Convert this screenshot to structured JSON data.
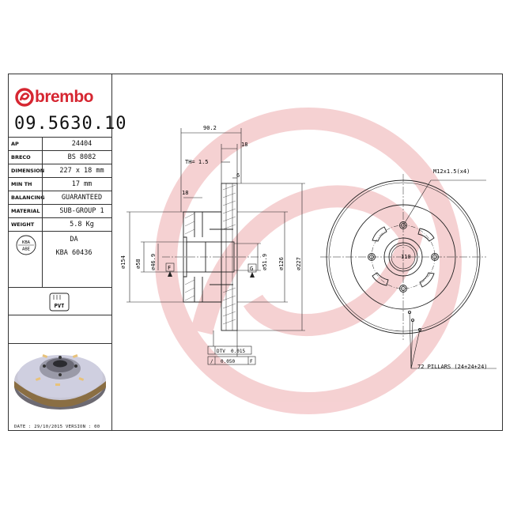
{
  "header": {
    "brand": "brembo",
    "part_number": "09.5630.10"
  },
  "specs": [
    {
      "key": "AP",
      "value": "24404"
    },
    {
      "key": "BRECO",
      "value": "BS 8082"
    },
    {
      "key": "DIMENSION",
      "value": "227 x 18 mm"
    },
    {
      "key": "MIN TH",
      "value": "17 mm"
    },
    {
      "key": "BALANCING",
      "value": "GUARANTEED"
    },
    {
      "key": "MATERIAL",
      "value": "SUB-GROUP 1"
    },
    {
      "key": "WEIGHT",
      "value": "5.8 Kg"
    }
  ],
  "kba": {
    "badge_top": "KBA",
    "badge_bottom": "ABE",
    "line1": "DA",
    "line2": "KBA 60436"
  },
  "pvt_badge": "PVT",
  "footer": "DATE : 29/10/2015 VERSION : 00",
  "drawing": {
    "dim_total_width": "90.2",
    "dim_top_thickness": "18",
    "dim_hub_offset": "18",
    "dim_th": "TH= 1.5",
    "dim_six": "6",
    "dia_154": "154",
    "dia_58": "58",
    "dia_46_9": "46.9",
    "dia_51_9": "51.9",
    "dia_126": "126",
    "dia_227": "227",
    "datum_f": "F",
    "datum_g": "G",
    "tol_dtv_symbol": "DTV",
    "tol_dtv_value": "0.015",
    "tol_runout_value": "0.050",
    "tol_runout_ref": "F",
    "thread_spec": "M12x1.5(x4)",
    "pcd": "110",
    "pillars": "72 PILLARS (24+24+24)"
  },
  "colors": {
    "brand_red": "#d62631",
    "watermark": "#f4c9cb",
    "line": "#222222"
  }
}
